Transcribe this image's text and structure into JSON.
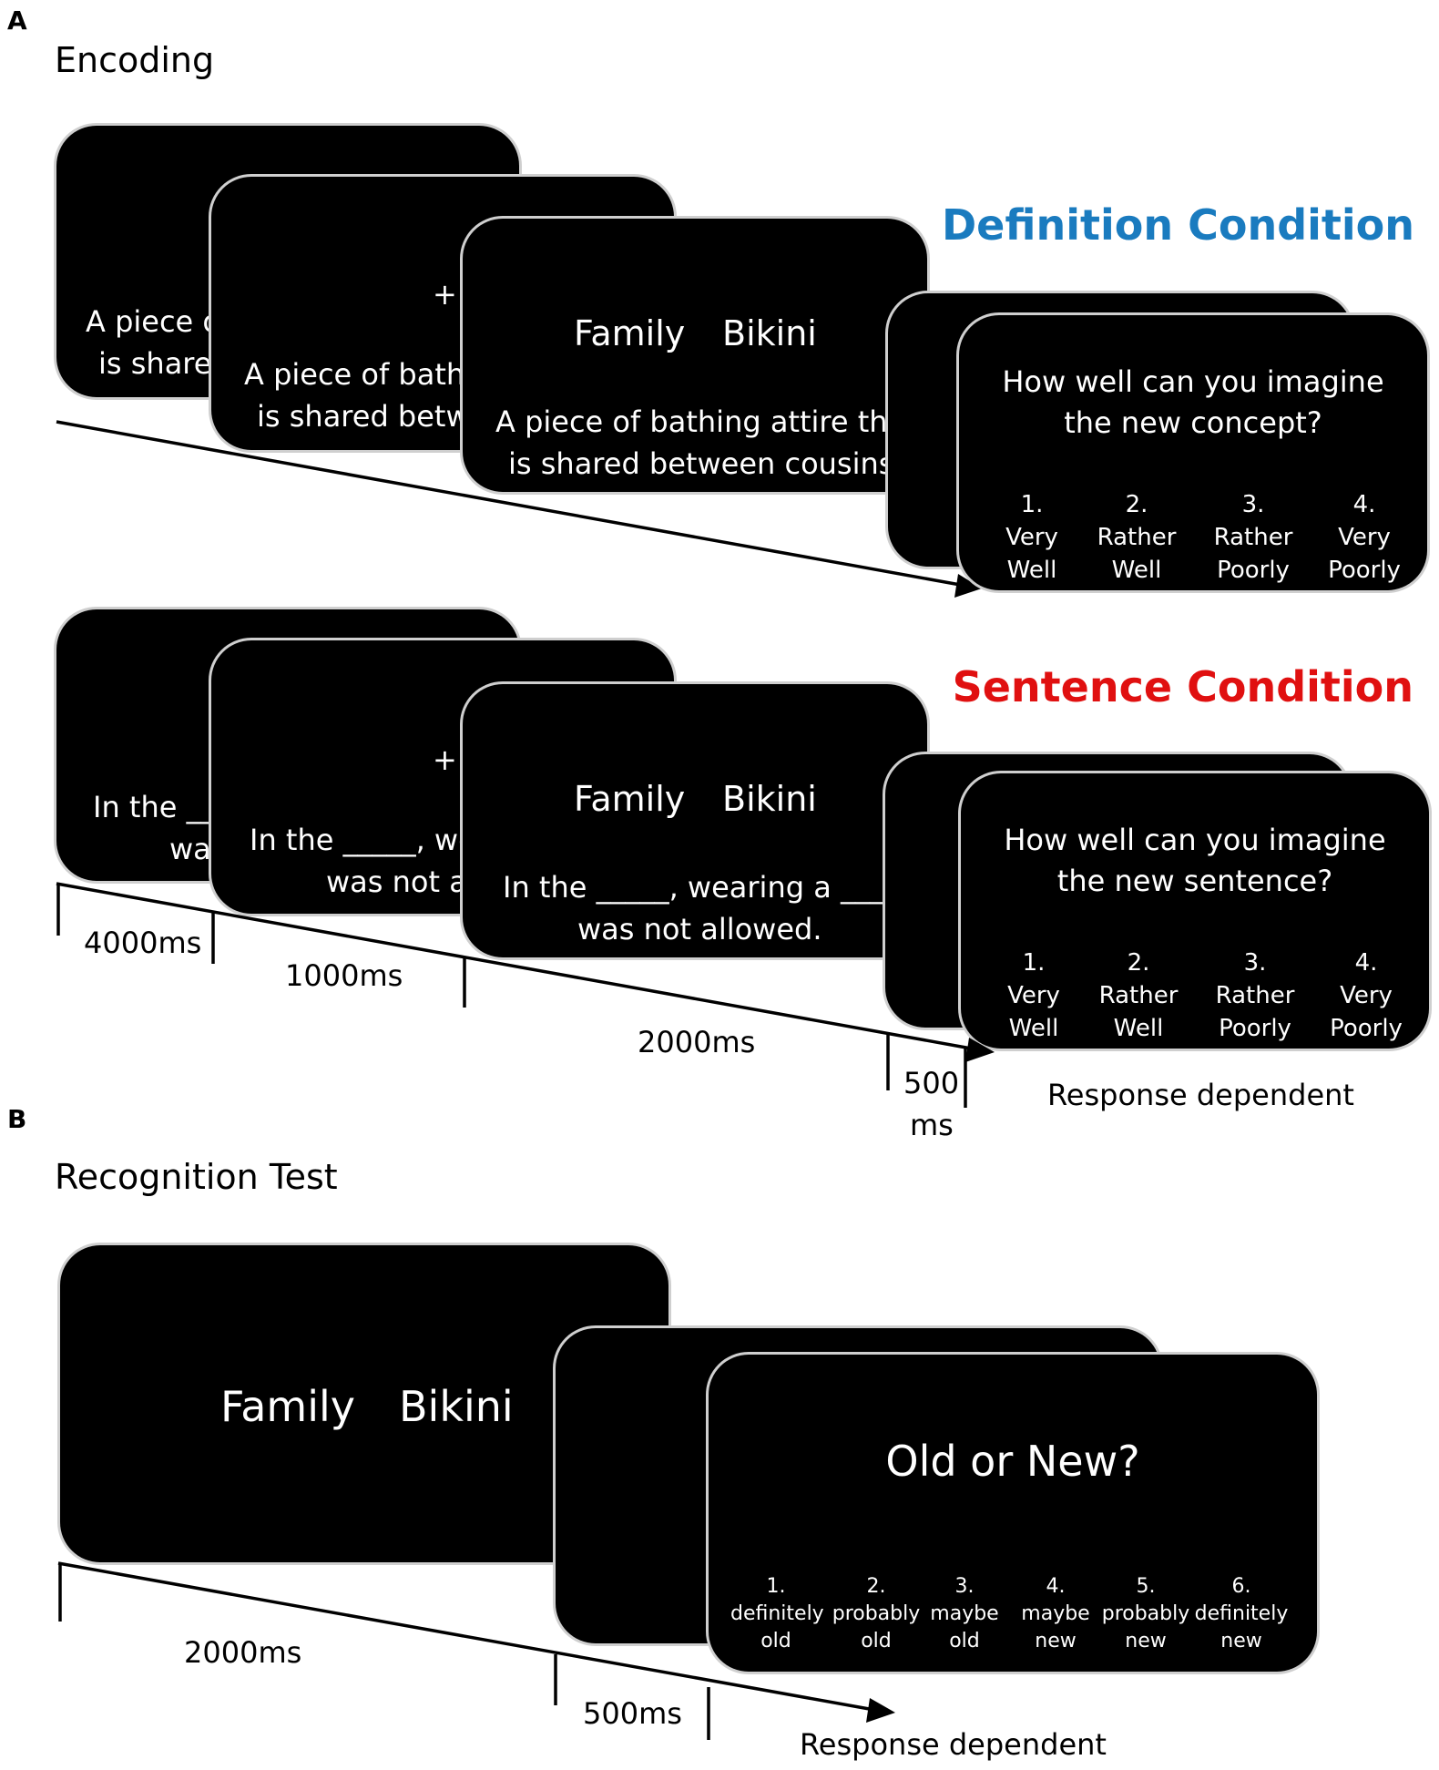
{
  "panel_a": {
    "letter": "A",
    "title": "Encoding",
    "definition": {
      "condition_label": "Definition Condition",
      "condition_color": "#1a7bbf",
      "screen1_text": [
        "A piece o",
        "is share"
      ],
      "screen2_fixation": "+",
      "screen2_text": [
        "A piece of bathi",
        "is shared betw"
      ],
      "screen3_words": [
        "Family",
        "Bikini"
      ],
      "screen3_text": [
        "A piece of bathing attire tha",
        "is shared between cousins."
      ],
      "question": [
        "How well can you imagine",
        "the new concept?"
      ],
      "options": [
        {
          "num": "1.",
          "line1": "Very",
          "line2": "Well"
        },
        {
          "num": "2.",
          "line1": "Rather",
          "line2": "Well"
        },
        {
          "num": "3.",
          "line1": "Rather",
          "line2": "Poorly"
        },
        {
          "num": "4.",
          "line1": "Very",
          "line2": "Poorly"
        }
      ]
    },
    "sentence": {
      "condition_label": "Sentence Condition",
      "condition_color": "#e01010",
      "screen1_text": [
        "In the ___",
        "wa"
      ],
      "screen2_fixation": "+",
      "screen2_text": [
        "In the _____, we",
        "was not a"
      ],
      "screen3_words": [
        "Family",
        "Bikini"
      ],
      "screen3_text": [
        "In the _____, wearing a _____",
        "was not allowed."
      ],
      "question": [
        "How well can you imagine",
        "the new sentence?"
      ],
      "options": [
        {
          "num": "1.",
          "line1": "Very",
          "line2": "Well"
        },
        {
          "num": "2.",
          "line1": "Rather",
          "line2": "Well"
        },
        {
          "num": "3.",
          "line1": "Rather",
          "line2": "Poorly"
        },
        {
          "num": "4.",
          "line1": "Very",
          "line2": "Poorly"
        }
      ]
    },
    "timings": {
      "t1": "4000ms",
      "t2": "1000ms",
      "t3": "2000ms",
      "t4_line1": "500",
      "t4_line2": "ms",
      "t5": "Response dependent"
    }
  },
  "panel_b": {
    "letter": "B",
    "title": "Recognition Test",
    "screen1_words": [
      "Family",
      "Bikini"
    ],
    "question": "Old or New?",
    "options": [
      {
        "num": "1.",
        "line1": "definitely",
        "line2": "old"
      },
      {
        "num": "2.",
        "line1": "probably",
        "line2": "old"
      },
      {
        "num": "3.",
        "line1": "maybe",
        "line2": "old"
      },
      {
        "num": "4.",
        "line1": "maybe",
        "line2": "new"
      },
      {
        "num": "5.",
        "line1": "probably",
        "line2": "new"
      },
      {
        "num": "6.",
        "line1": "definitely",
        "line2": "new"
      }
    ],
    "timings": {
      "t1": "2000ms",
      "t2": "500ms",
      "t3": "Response dependent"
    }
  }
}
